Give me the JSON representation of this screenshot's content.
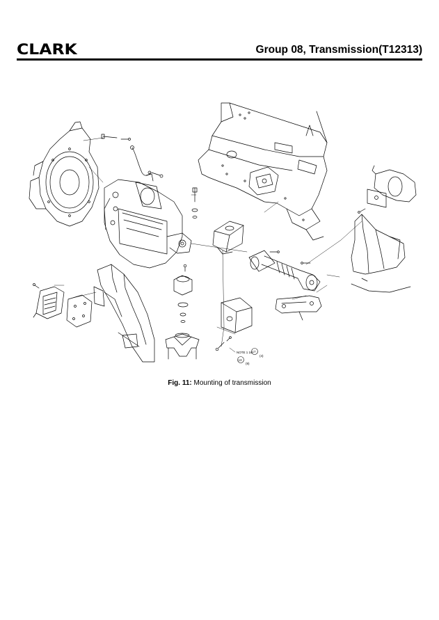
{
  "header": {
    "logo": "CLARK",
    "title": "Group 08, Transmission(T12313)"
  },
  "figure": {
    "callouts": {
      "note": "NOTE 1 16",
      "ref_a": "17",
      "ref_b": "13",
      "suffix_a": "(4)",
      "suffix_b": "(9)"
    }
  },
  "caption": {
    "label": "Fig. 11:",
    "text": " Mounting of transmission"
  }
}
